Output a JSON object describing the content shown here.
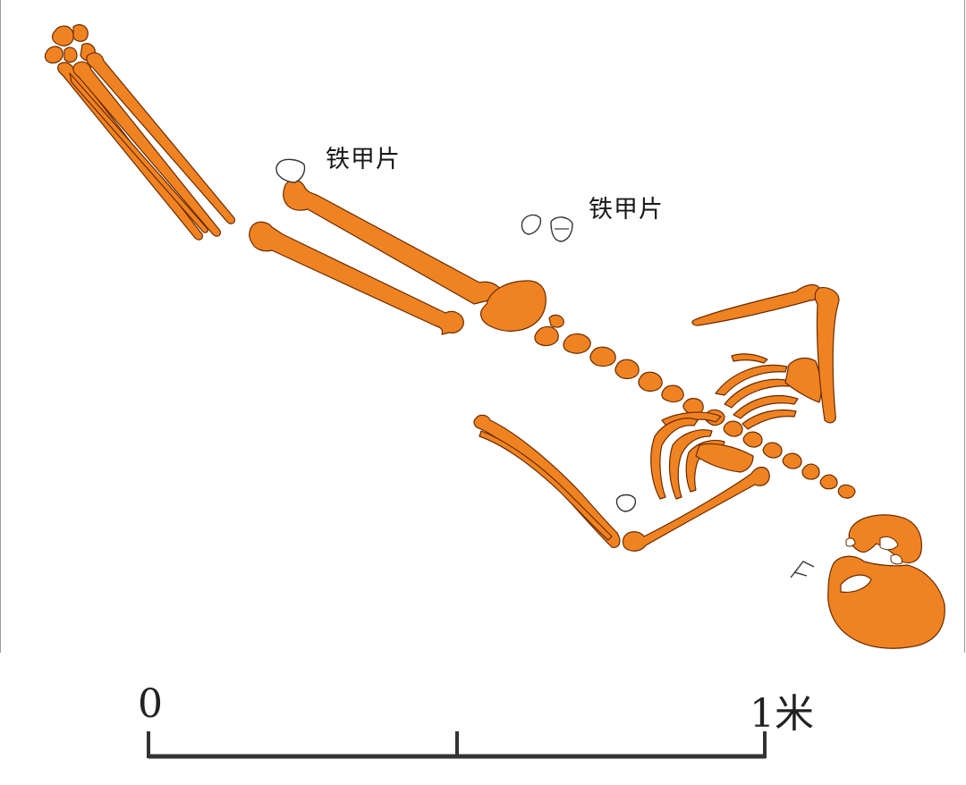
{
  "labels": {
    "armor_label_1": "铁甲片",
    "armor_label_2": "铁甲片"
  },
  "scale_bar": {
    "start_label": "0",
    "end_label": "1米"
  },
  "colors": {
    "bone_fill": "#f08321",
    "bone_outline": "#6b2a00",
    "armor_plate_outline": "#333333",
    "scale_bar": "#333333",
    "frame_line": "#9a9a9a"
  }
}
